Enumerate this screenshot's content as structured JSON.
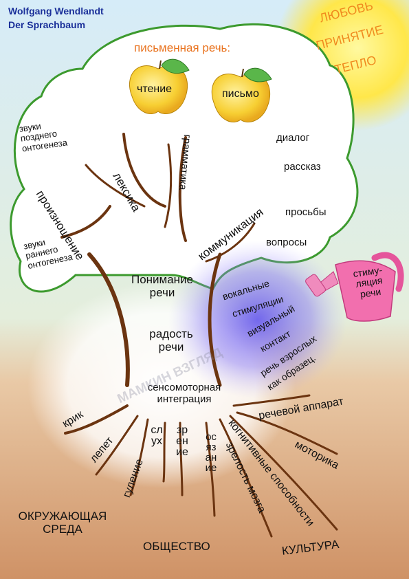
{
  "author": "Wolfgang Wendlandt",
  "title": "Der Sprachbaum",
  "love_words": [
    "ЛЮБОВЬ",
    "ПРИНЯТИЕ",
    "ТЕПЛО"
  ],
  "written_speech": "письменная речь:",
  "apples": {
    "reading": "чтение",
    "writing": "письмо"
  },
  "crown_left": {
    "late": "звуки\nпозднего\nонтогенеза",
    "early": "звуки\nраннего\nонтогенеза"
  },
  "crown_right": [
    "диалог",
    "рассказ",
    "просьбы",
    "вопросы"
  ],
  "branches": {
    "pronunciation": "произношение",
    "lexicon": "лексика",
    "grammar": "грамматика",
    "communication": "коммуникация"
  },
  "trunk": {
    "understanding": "Понимание\nречи",
    "joy": "радость\nречи",
    "sensomotor": "сенсомоторная\nинтеграция"
  },
  "can": {
    "label": "стиму-\nляция\nречи"
  },
  "stimulation": [
    "вокальные",
    "стимуляции",
    "визуальный",
    "контакт",
    "речь взрослых",
    "как образец."
  ],
  "watermark": "МАМКИН ВЗГЛЯД",
  "roots": {
    "cry": "крик",
    "babble": "лепет",
    "coo": "гуление",
    "hearing": "слух",
    "vision": "зрение",
    "touch": "осязание",
    "brain": "зрелость мозга",
    "cognitive": "когнитивные способности",
    "motor": "моторика",
    "apparatus": "речевой аппарат"
  },
  "ground": {
    "environment": "ОКРУЖАЮЩАЯ\nСРЕДА",
    "society": "ОБЩЕСТВО",
    "culture": "КУЛЬТУРА"
  },
  "colors": {
    "title": "#1a2f99",
    "crown_outline": "#3e9a32",
    "trunk": "#6b3410",
    "apple": "#f7d13c",
    "sun": "#ffe84a",
    "sun_text": "#f08a1e",
    "written_speech": "#e9731f",
    "can": "#e5559b",
    "sky": "#cfe6f6",
    "ground": "#d49a6a",
    "stim_glow": "#7a5cf0"
  }
}
